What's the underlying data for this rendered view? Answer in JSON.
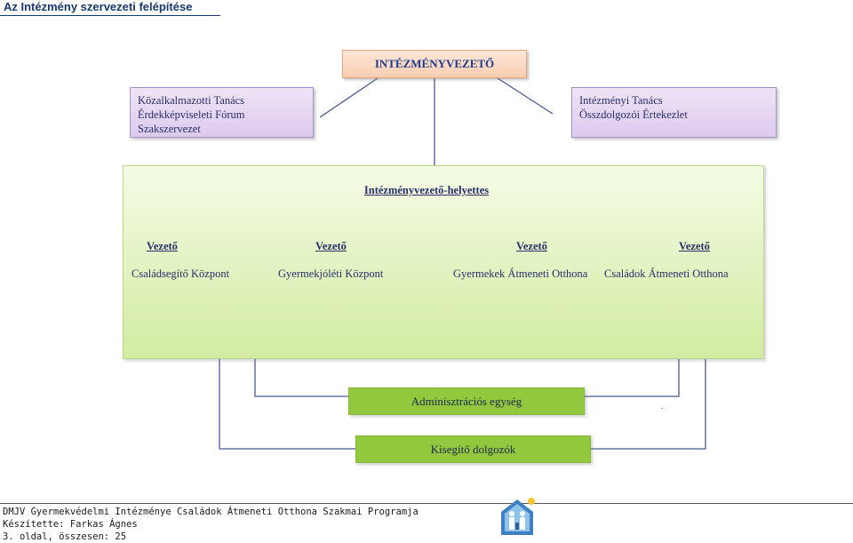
{
  "page": {
    "title": "Az Intézmény szervezeti felépítése"
  },
  "diagram": {
    "director": "INTÉZMÉNYVEZETŐ",
    "left_box": [
      "Közalkalmazotti Tanács",
      "Érdekképviseleti Fórum",
      "Szakszervezet"
    ],
    "right_box": [
      "Intézményi Tanács",
      "Összdolgozói Értekezlet"
    ],
    "deputy": "Intézményvezető-helyettes",
    "units": [
      {
        "leader": "Vezető",
        "name": "Családsegítő Központ"
      },
      {
        "leader": "Vezető",
        "name": "Gyermekjóléti Központ"
      },
      {
        "leader": "Vezető",
        "name": "Gyermekek Átmeneti Otthona"
      },
      {
        "leader": "Vezető",
        "name": "Családok Átmeneti Otthona"
      }
    ],
    "admin": "Adminisztrációs egység",
    "helpers": "Kisegítő dolgozók",
    "mark": "."
  },
  "colors": {
    "director_fill": "#f9cdb0",
    "side_fill": "#dccaee",
    "panel_fill": "#d2eba1",
    "unit_box_fill": "#92c83e",
    "arrow": "#6fa33a",
    "connector": "#4a5a92"
  },
  "footer": {
    "line1": "DMJV Gyermekvédelmi Intézménye Családok Átmeneti Otthona Szakmai Programja",
    "line2": "Készítette: Farkas Ágnes",
    "line3": "3. oldal, összesen: 25"
  },
  "logo": {
    "icon": "institution-logo-icon"
  }
}
